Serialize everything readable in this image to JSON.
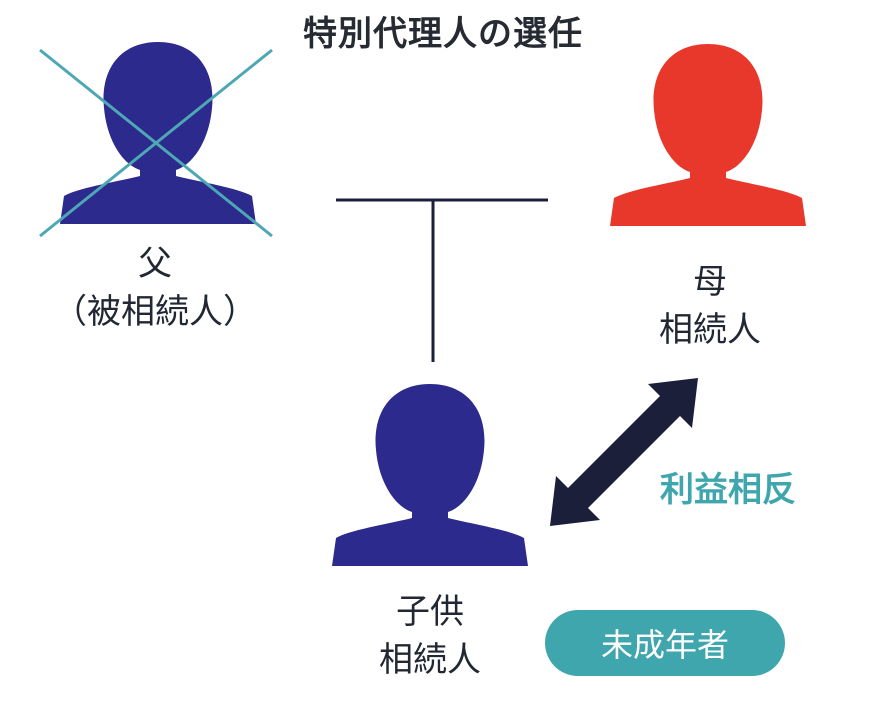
{
  "title": "特別代理人の選任",
  "father": {
    "label_line1": "父",
    "label_line2": "（被相続人）",
    "color": "#2c2a8c",
    "cross_color": "#4ea7b4"
  },
  "mother": {
    "label_line1": "母",
    "label_line2": "相続人",
    "color": "#e8372b"
  },
  "child": {
    "label_line1": "子供",
    "label_line2": "相続人",
    "color": "#2c2a8c"
  },
  "conflict_label": "利益相反",
  "minor_badge": "未成年者",
  "colors": {
    "accent": "#3fa6ae",
    "line": "#1b1f3a"
  }
}
